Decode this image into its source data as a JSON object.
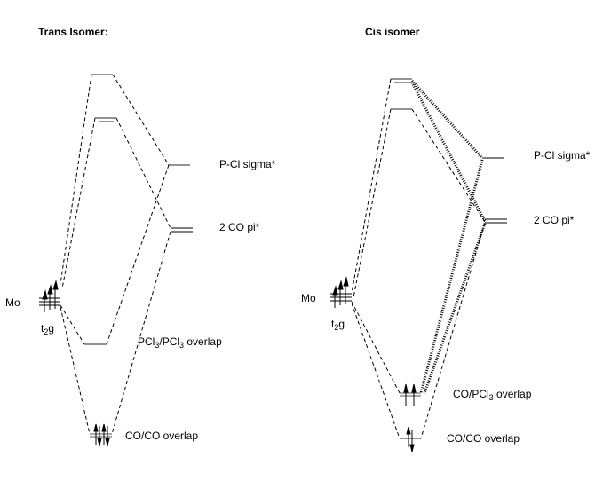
{
  "trans": {
    "title": "Trans Isomer:",
    "metal_label": "Mo",
    "t2g": {
      "t": "t",
      "sub": "2",
      "g": "g"
    },
    "labels": {
      "pcl_sigma": "P-Cl sigma*",
      "co_pi": "2 CO pi*",
      "bonding_1": {
        "a": "PCl",
        "a_sub": "3",
        "b": "/PCl",
        "b_sub": "3",
        "c": " overlap"
      },
      "bonding_2": "CO/CO overlap"
    }
  },
  "cis": {
    "title": "Cis isomer",
    "metal_label": "Mo",
    "t2g": {
      "t": "t",
      "sub": "2",
      "g": "g"
    },
    "labels": {
      "pcl_sigma": "P-Cl sigma*",
      "co_pi": "2 CO pi*",
      "bonding_1": {
        "a": "CO/PCl",
        "a_sub": "3",
        "c": " overlap"
      },
      "bonding_2": "CO/CO overlap"
    }
  },
  "colors": {
    "line": "#000000",
    "level": "#555555"
  }
}
